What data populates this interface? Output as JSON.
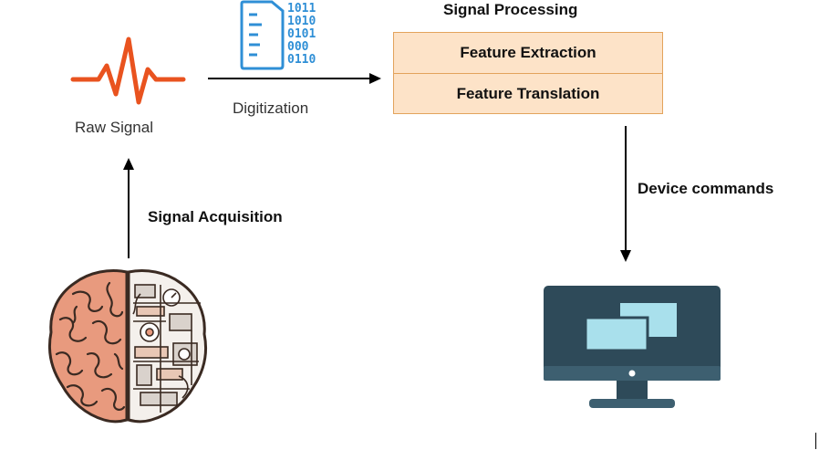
{
  "nodes": {
    "raw_signal": "Raw Signal",
    "digitization": "Digitization",
    "signal_processing": "Signal Processing",
    "feature_extraction": "Feature Extraction",
    "feature_translation": "Feature Translation",
    "device_commands": "Device commands",
    "signal_acquisition": "Signal Acquisition"
  },
  "binary_icon": {
    "lines": [
      "1011",
      "1010",
      "0101",
      "000",
      "0110"
    ]
  },
  "icons": {
    "waveform": "raw-signal-waveform-icon",
    "binary_file": "binary-data-file-icon",
    "brain": "brain-circuit-icon",
    "monitor": "computer-monitor-icon"
  },
  "colors": {
    "waveform": "#e9531f",
    "box_fill": "#fde3c8",
    "box_border": "#e3a35c",
    "binary_icon": "#2f8fd6",
    "brain": "#e89a7e",
    "brain_outline": "#3a2a22",
    "monitor_body": "#2e4a59",
    "monitor_screen": "#a9e0ec",
    "arrow": "#000000"
  }
}
